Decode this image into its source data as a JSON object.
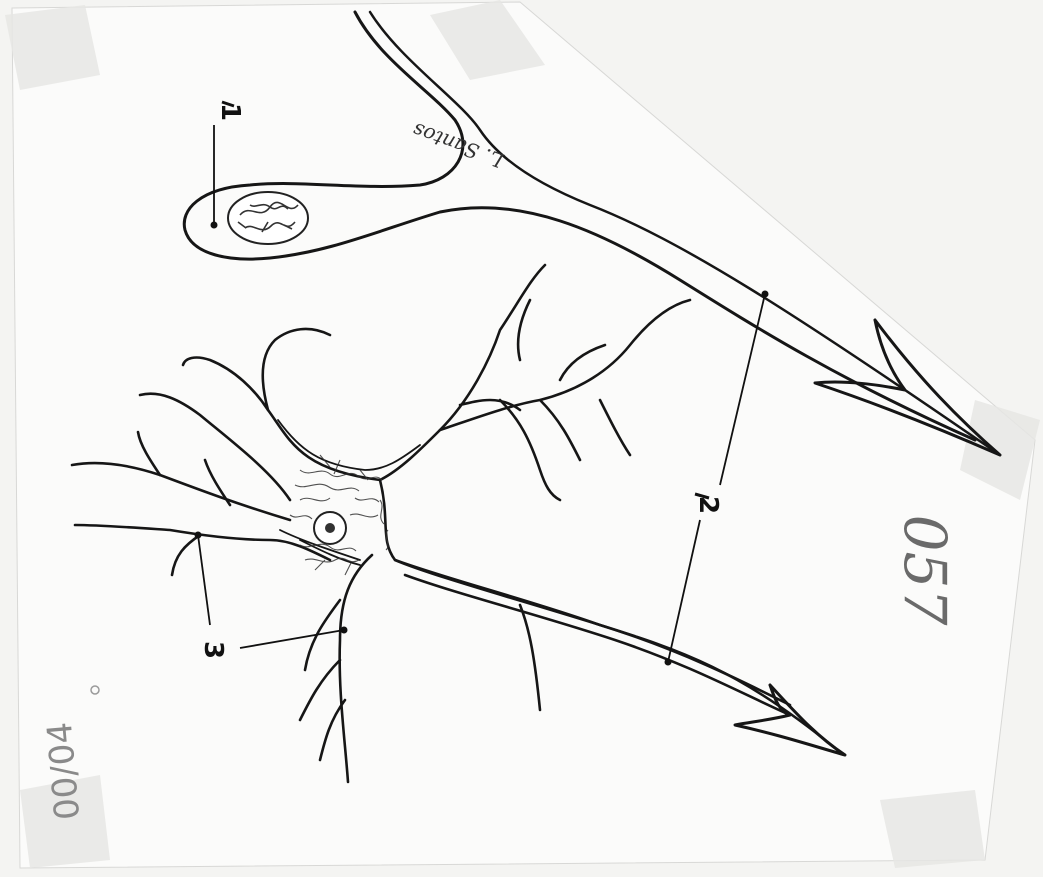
{
  "labels": {
    "one": "1",
    "two": "2",
    "three": "3"
  },
  "signature": "L. Santos",
  "handwritten_number": "057",
  "catalog_number": "00/04"
}
